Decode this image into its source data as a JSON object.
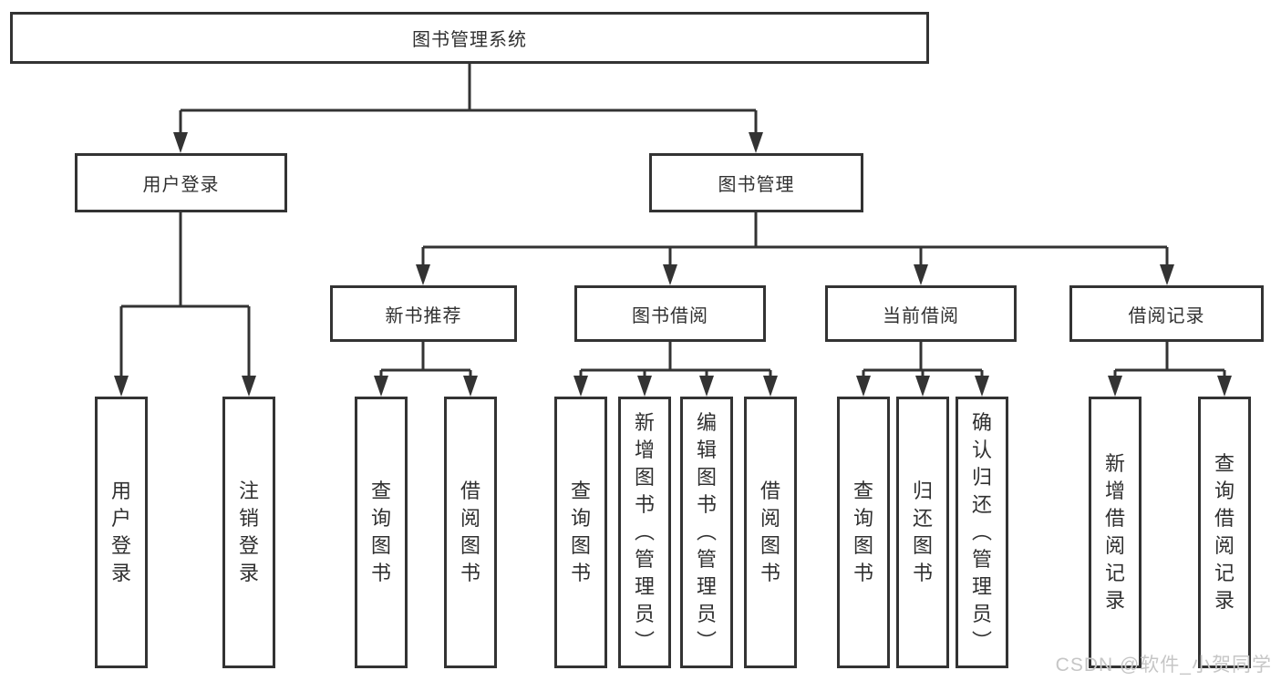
{
  "tree": {
    "label": "图书管理系统",
    "children": [
      {
        "label": "用户登录",
        "children": [
          {
            "label": "用户登录"
          },
          {
            "label": "注销登录"
          }
        ]
      },
      {
        "label": "图书管理",
        "children": [
          {
            "label": "新书推荐",
            "children": [
              {
                "label": "查询图书"
              },
              {
                "label": "借阅图书"
              }
            ]
          },
          {
            "label": "图书借阅",
            "children": [
              {
                "label": "查询图书"
              },
              {
                "label": "新增图书（管理员）"
              },
              {
                "label": "编辑图书（管理员）"
              },
              {
                "label": "借阅图书"
              }
            ]
          },
          {
            "label": "当前借阅",
            "children": [
              {
                "label": "查询图书"
              },
              {
                "label": "归还图书"
              },
              {
                "label": "确认归还（管理员）"
              }
            ]
          },
          {
            "label": "借阅记录",
            "children": [
              {
                "label": "新增借阅记录"
              },
              {
                "label": "查询借阅记录"
              }
            ]
          }
        ]
      }
    ]
  },
  "watermark": {
    "text": "CSDN @软件_小贺同学"
  },
  "colors": {
    "line": "#333333",
    "text": "#303030",
    "watermark": "#c6c6c6",
    "background": "#ffffff"
  }
}
